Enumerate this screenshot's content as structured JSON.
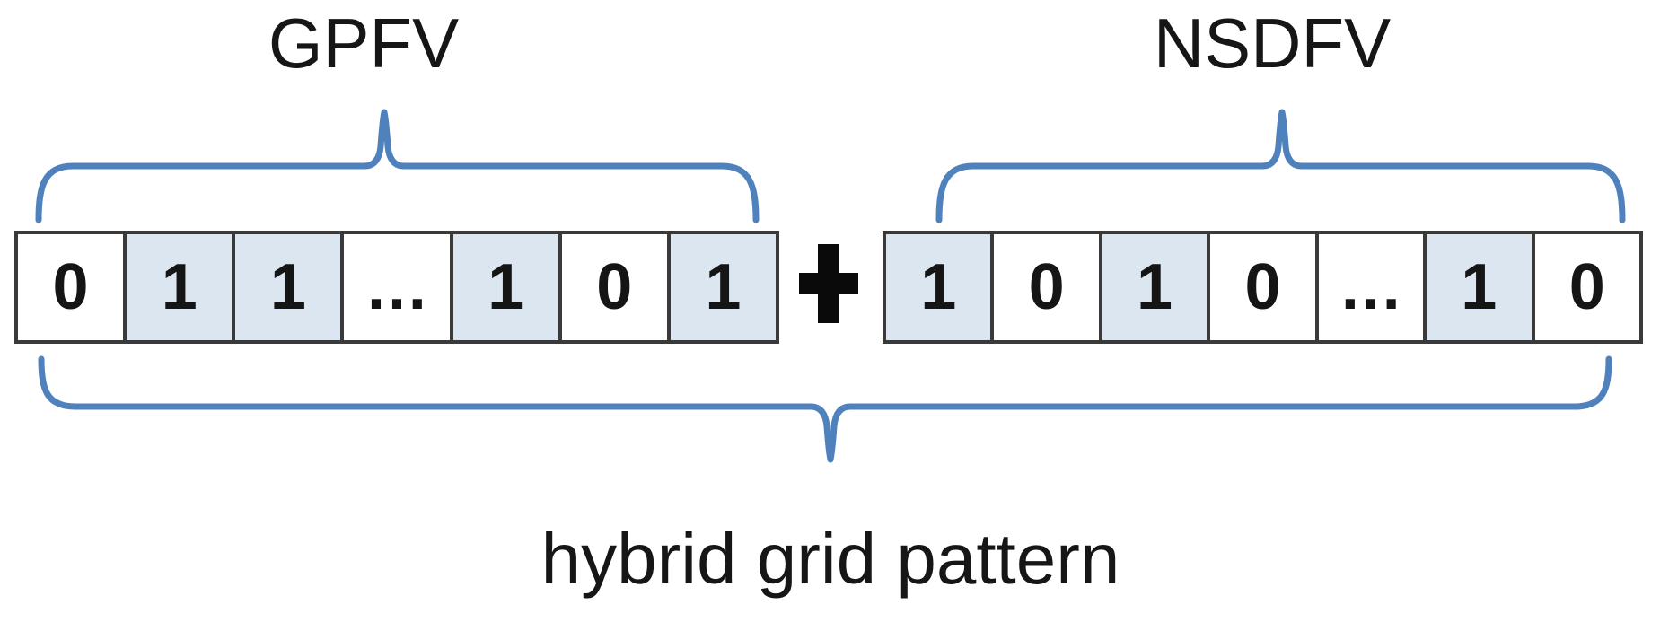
{
  "diagram": {
    "operator": "+"
  },
  "groups": {
    "left": {
      "label": "GPFV",
      "cells": [
        {
          "value": "0",
          "highlighted": false
        },
        {
          "value": "1",
          "highlighted": true
        },
        {
          "value": "1",
          "highlighted": true
        },
        {
          "value": "…",
          "highlighted": false
        },
        {
          "value": "1",
          "highlighted": true
        },
        {
          "value": "0",
          "highlighted": false
        },
        {
          "value": "1",
          "highlighted": true
        }
      ]
    },
    "right": {
      "label": "NSDFV",
      "cells": [
        {
          "value": "1",
          "highlighted": true
        },
        {
          "value": "0",
          "highlighted": false
        },
        {
          "value": "1",
          "highlighted": true
        },
        {
          "value": "0",
          "highlighted": false
        },
        {
          "value": "…",
          "highlighted": false
        },
        {
          "value": "1",
          "highlighted": true
        },
        {
          "value": "0",
          "highlighted": false
        }
      ]
    },
    "combined": {
      "label": "hybrid grid pattern"
    }
  },
  "colors": {
    "brace": "#4f81bd",
    "cell_highlight": "#dce6f1",
    "cell_border": "#3a3a3a",
    "text": "#161616",
    "plus": "#0a0a0a"
  }
}
